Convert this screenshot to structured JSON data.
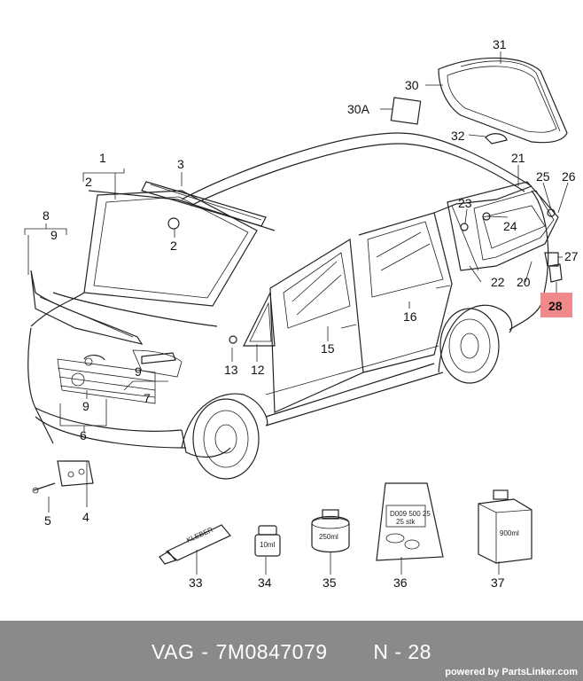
{
  "diagram": {
    "callouts": [
      "1",
      "2",
      "3",
      "2",
      "8",
      "9",
      "9",
      "7",
      "9",
      "6",
      "4",
      "5",
      "13",
      "12",
      "15",
      "16",
      "30A",
      "30",
      "31",
      "32",
      "21",
      "23",
      "24",
      "25",
      "26",
      "27",
      "28",
      "22",
      "20",
      "33",
      "34",
      "35",
      "36",
      "37"
    ],
    "highlight_color": "#f08a8a",
    "highlighted_callout": "28",
    "product_labels": {
      "tube": "KLEBER",
      "bottle": "10ml",
      "can": "250ml",
      "bag_code": "D009 500 25",
      "bag_qty": "25 stk",
      "canister": "900ml"
    }
  },
  "footer": {
    "brand": "VAG",
    "separator": "-",
    "part_number": "7M0847079",
    "position": "N - 28",
    "credit": "powered by PartsLinker.com",
    "background": "#8a8a8a"
  }
}
